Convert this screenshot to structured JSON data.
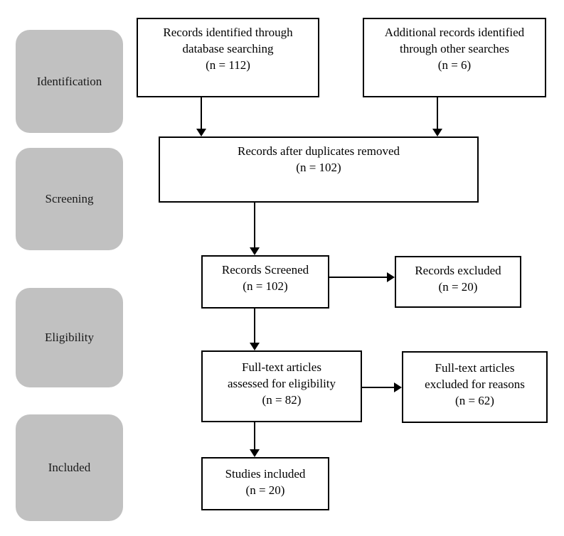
{
  "diagram": {
    "type": "prisma-flow-diagram",
    "colors": {
      "stage_fill": "#c1c1c1",
      "node_fill": "#ffffff",
      "node_border": "#000000",
      "arrow": "#000000",
      "background": "#ffffff"
    },
    "stages": {
      "identification": {
        "label": "Identification"
      },
      "screening": {
        "label": "Screening"
      },
      "eligibility": {
        "label": "Eligibility"
      },
      "included": {
        "label": "Included"
      }
    },
    "nodes": {
      "db_search": {
        "line1": "Records identified through",
        "line2": "database searching",
        "line3": "(n = 112)"
      },
      "other_search": {
        "line1": "Additional records identified",
        "line2": "through other searches",
        "line3": "(n = 6)"
      },
      "duplicates_removed": {
        "line1": "Records after duplicates removed",
        "line2": "(n = 102)"
      },
      "screened": {
        "line1": "Records Screened",
        "line2": "(n = 102)"
      },
      "records_excluded": {
        "line1": "Records excluded",
        "line2": "(n = 20)"
      },
      "fulltext_assessed": {
        "line1": "Full-text articles",
        "line2": "assessed for eligibility",
        "line3": "(n = 82)"
      },
      "fulltext_excluded": {
        "line1": "Full-text articles",
        "line2": "excluded for reasons",
        "line3": "(n = 62)"
      },
      "studies_included": {
        "line1": "Studies included",
        "line2": "(n = 20)"
      }
    }
  }
}
